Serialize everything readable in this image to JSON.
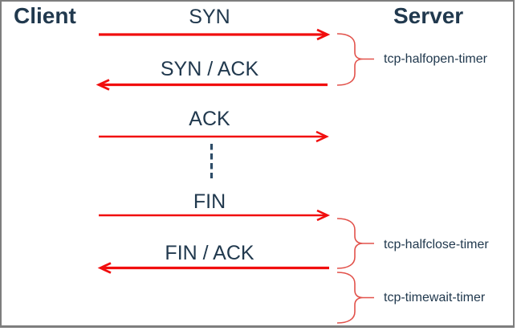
{
  "actors": {
    "client": "Client",
    "server": "Server"
  },
  "messages": [
    {
      "label": "SYN",
      "direction": "client-to-server"
    },
    {
      "label": "SYN / ACK",
      "direction": "server-to-client"
    },
    {
      "label": "ACK",
      "direction": "client-to-server"
    },
    {
      "label": "FIN",
      "direction": "client-to-server"
    },
    {
      "label": "FIN / ACK",
      "direction": "server-to-client"
    }
  ],
  "timers": [
    {
      "label": "tcp-halfopen-timer"
    },
    {
      "label": "tcp-halfclose-timer"
    },
    {
      "label": "tcp-timewait-timer"
    }
  ],
  "colors": {
    "arrow_red": "#f10e0e",
    "brace_red": "#e2524b",
    "dash_navy": "#2e4d68",
    "text_navy": "#21394e",
    "border_gray": "#7e7e7e"
  }
}
